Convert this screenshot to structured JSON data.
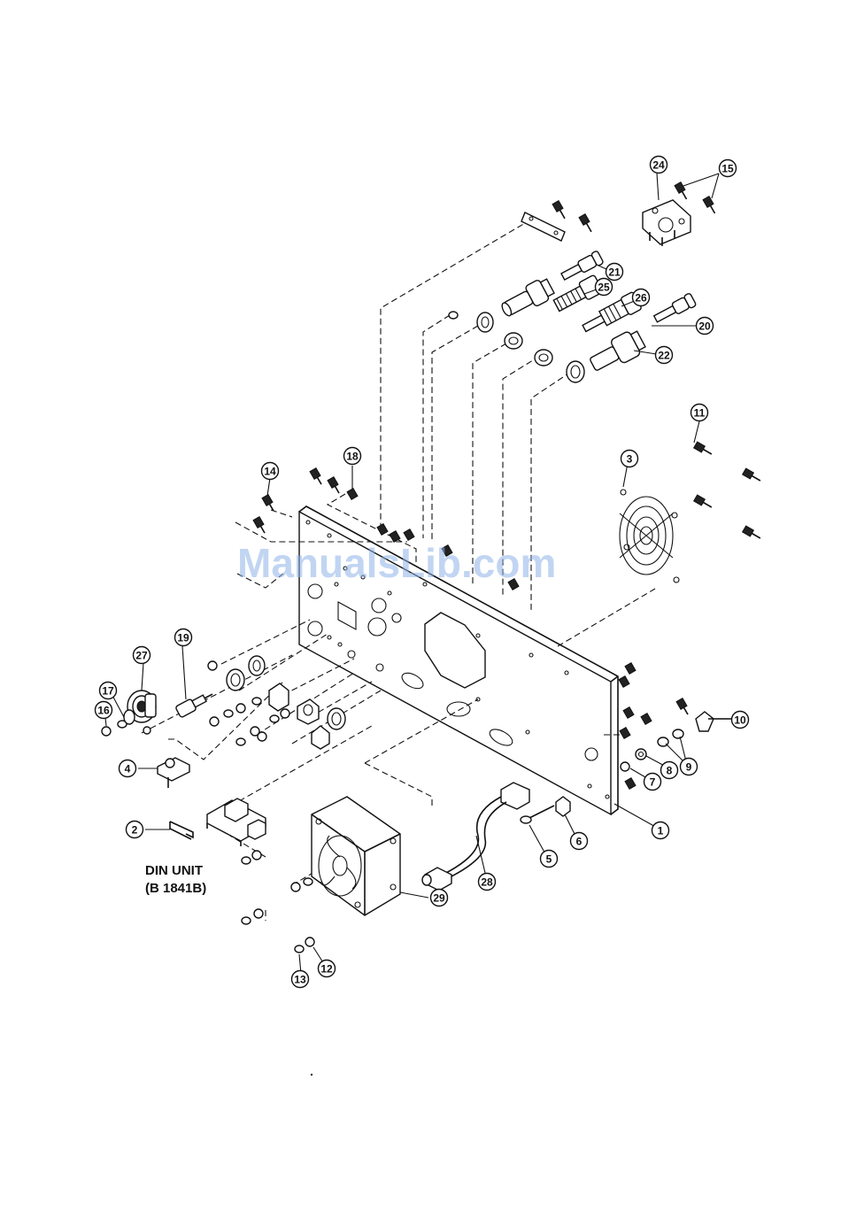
{
  "watermark": "ManualsLib.com",
  "unit_label": {
    "line1": "DIN UNIT",
    "line2": "(B  1841B)"
  },
  "callouts": [
    "1",
    "2",
    "3",
    "4",
    "5",
    "6",
    "7",
    "8",
    "9",
    "10",
    "11",
    "12",
    "13",
    "14",
    "15",
    "16",
    "17",
    "18",
    "19",
    "20",
    "21",
    "22",
    "24",
    "25",
    "26",
    "27",
    "28",
    "29"
  ],
  "colors": {
    "ink": "#111111",
    "watermark": "#8fb3e8",
    "paper": "#ffffff"
  }
}
